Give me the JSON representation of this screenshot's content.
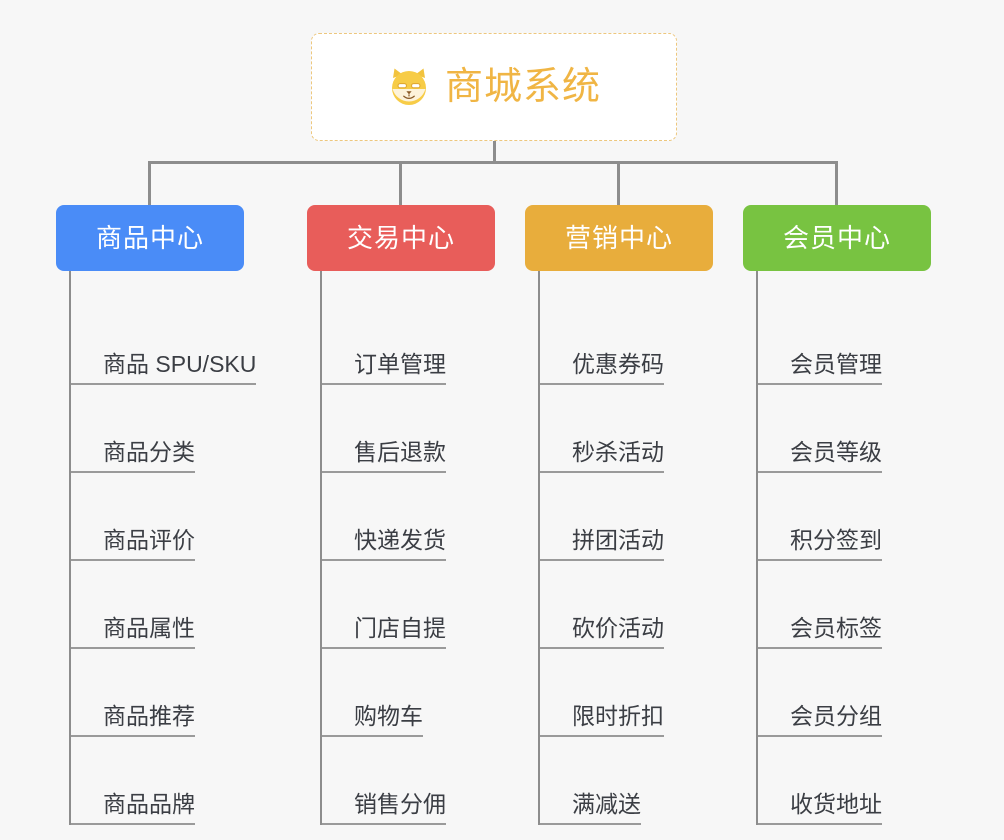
{
  "background_color": "#f7f7f7",
  "connector_color": "#8d8d8d",
  "root": {
    "title": "商城系统",
    "icon": "shiba-dog-face-icon",
    "text_color": "#f0b544",
    "border_color": "#edc77e",
    "background_color": "#ffffff"
  },
  "columns": [
    {
      "category": "商品中心",
      "color": "#4a8cf7",
      "items": [
        "商品 SPU/SKU",
        "商品分类",
        "商品评价",
        "商品属性",
        "商品推荐",
        "商品品牌"
      ]
    },
    {
      "category": "交易中心",
      "color": "#e85d5a",
      "items": [
        "订单管理",
        "售后退款",
        "快递发货",
        "门店自提",
        "购物车",
        "销售分佣"
      ]
    },
    {
      "category": "营销中心",
      "color": "#e8ad3c",
      "items": [
        "优惠券码",
        "秒杀活动",
        "拼团活动",
        "砍价活动",
        "限时折扣",
        "满减送"
      ]
    },
    {
      "category": "会员中心",
      "color": "#78c341",
      "items": [
        "会员管理",
        "会员等级",
        "积分签到",
        "会员标签",
        "会员分组",
        "收货地址"
      ]
    }
  ]
}
